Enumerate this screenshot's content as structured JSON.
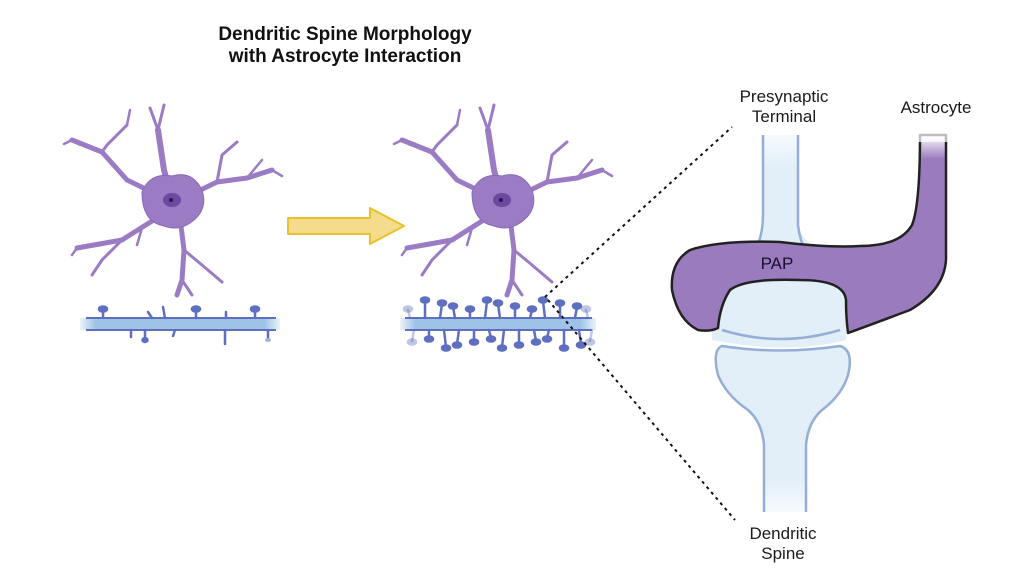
{
  "title": {
    "line1": "Dendritic Spine Morphology",
    "line2": "with Astrocyte Interaction"
  },
  "labels": {
    "presynaptic_line1": "Presynaptic",
    "presynaptic_line2": "Terminal",
    "astrocyte": "Astrocyte",
    "pap": "PAP",
    "dendritic_line1": "Dendritic",
    "dendritic_line2": "Spine"
  },
  "colors": {
    "neuron": "#9a7bc4",
    "neuron_outline": "#7d5fae",
    "nucleus": "#6c4aa0",
    "dendrite": "#9fc3e6",
    "spine": "#5f6fc0",
    "arrow_fill": "#f5dc8c",
    "arrow_stroke": "#e8c22e",
    "terminal_fill": "#e2eff9",
    "terminal_stroke": "#94aed6",
    "pap_fill": "#9a7bbd",
    "pap_stroke": "#222222"
  },
  "panels": [
    {
      "name": "neuron-sparse-spines",
      "spine_density": "low"
    },
    {
      "name": "neuron-dense-spines",
      "spine_density": "high"
    }
  ]
}
